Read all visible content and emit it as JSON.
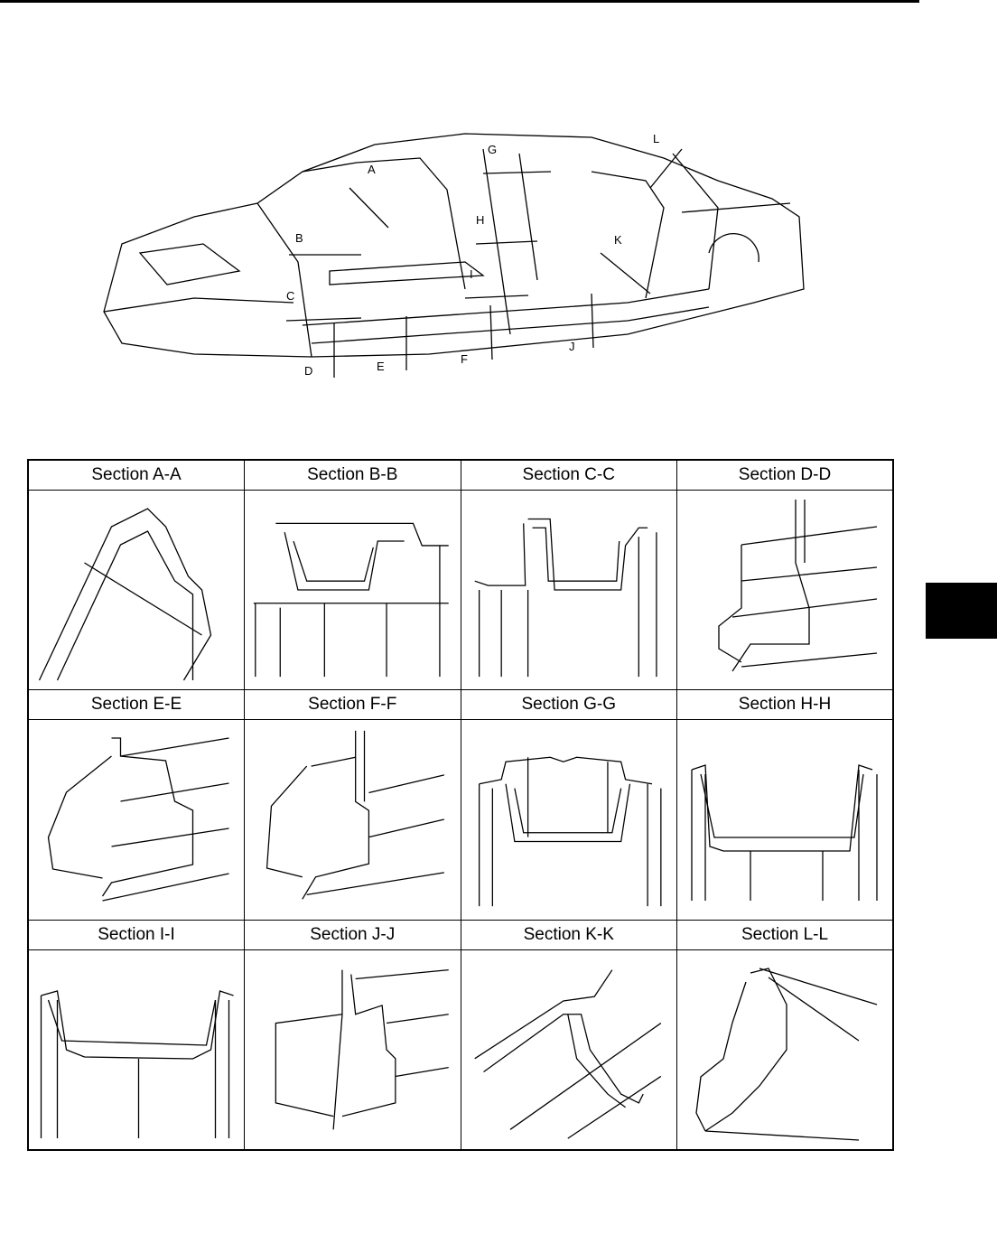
{
  "overview": {
    "markers": [
      "A",
      "B",
      "C",
      "D",
      "E",
      "F",
      "G",
      "H",
      "I",
      "J",
      "K",
      "L"
    ]
  },
  "sections": [
    {
      "label": "Section A-A"
    },
    {
      "label": "Section B-B"
    },
    {
      "label": "Section C-C"
    },
    {
      "label": "Section D-D"
    },
    {
      "label": "Section E-E"
    },
    {
      "label": "Section F-F"
    },
    {
      "label": "Section G-G"
    },
    {
      "label": "Section H-H"
    },
    {
      "label": "Section I-I"
    },
    {
      "label": "Section J-J"
    },
    {
      "label": "Section K-K"
    },
    {
      "label": "Section L-L"
    }
  ]
}
